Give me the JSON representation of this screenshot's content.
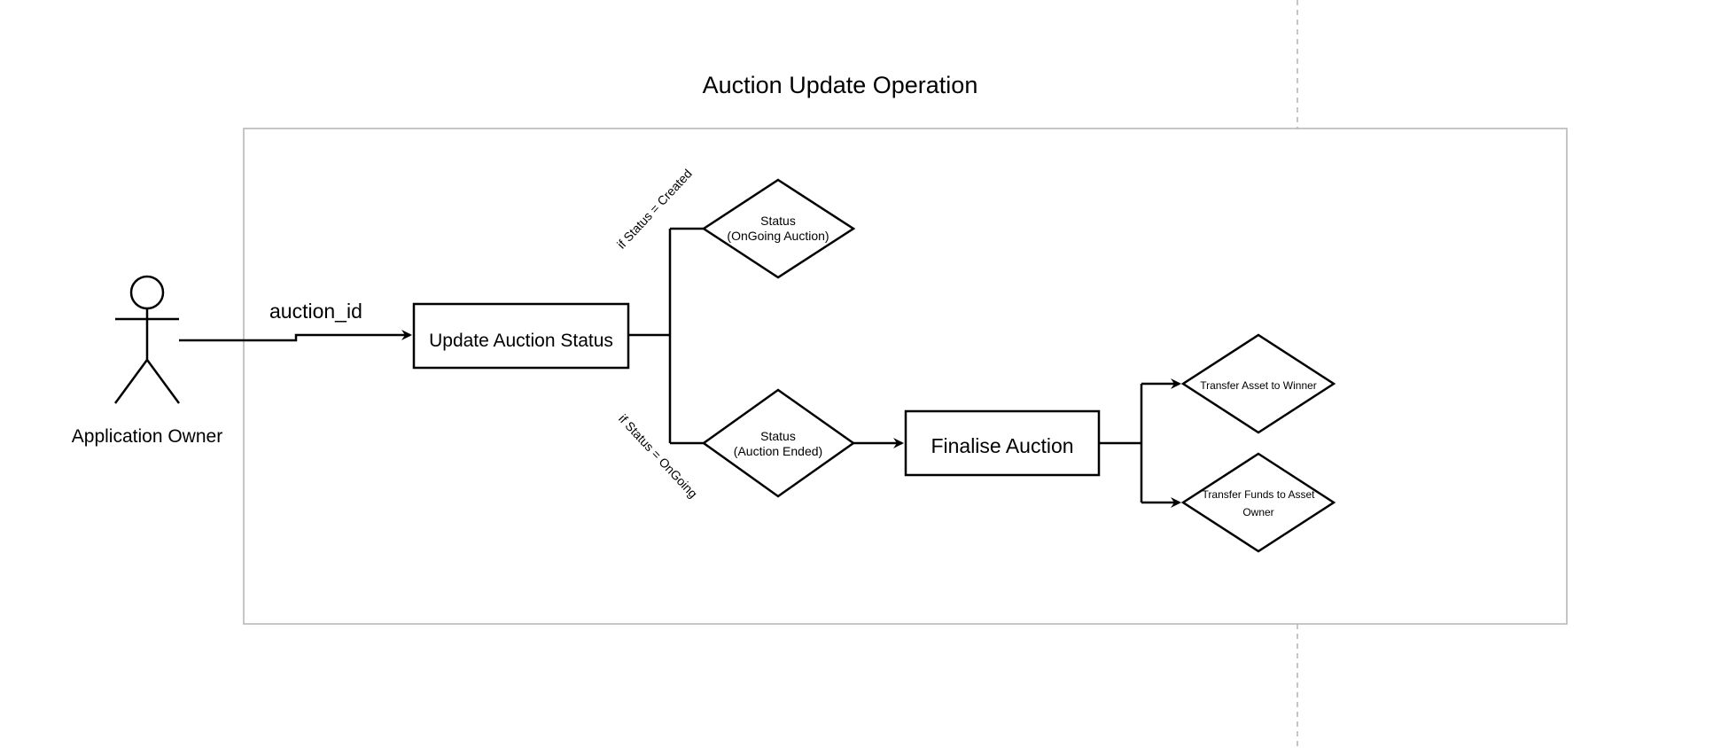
{
  "diagram": {
    "title": "Auction Update Operation",
    "actor": {
      "label": "Application Owner"
    },
    "edges": {
      "input_label": "auction_id",
      "condition_created": "if Status = Created",
      "condition_ongoing": "if Status = OnGoing"
    },
    "nodes": {
      "update_status": "Update Auction Status",
      "status_ongoing_line1": "Status",
      "status_ongoing_line2": "(OnGoing Auction)",
      "status_ended_line1": "Status",
      "status_ended_line2": "(Auction Ended)",
      "finalise": "Finalise Auction",
      "transfer_asset": "Transfer Asset to Winner",
      "transfer_funds_line1": "Transfer Funds to Asset",
      "transfer_funds_line2": "Owner"
    },
    "colors": {
      "stroke": "#000000",
      "frame": "#b3b3b3",
      "divider": "#b3b3b3",
      "background": "#ffffff"
    }
  }
}
